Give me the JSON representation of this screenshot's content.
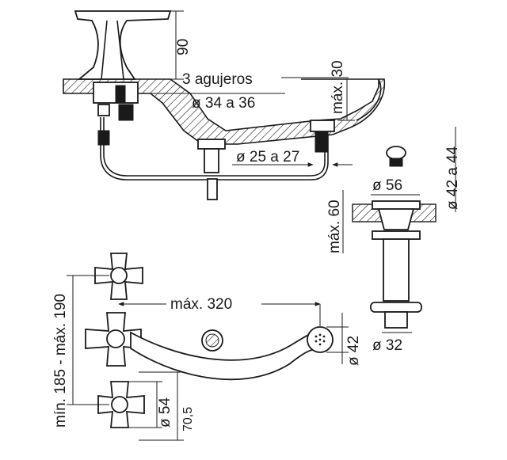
{
  "labels": {
    "h90": "90",
    "holes": "3 agujeros",
    "hole_dia": "ø 34 a 36",
    "max30": "máx. 30",
    "drain_dia": "ø 25 a 27",
    "dia56": "ø 56",
    "dia42_44": "ø 42 a 44",
    "max60": "máx. 60",
    "dia32": "ø 32",
    "max320": "máx. 320",
    "dia42": "ø 42",
    "min_max": "mín. 185 - máx. 190",
    "dia54": "ø 54",
    "h70_5": "70,5"
  }
}
